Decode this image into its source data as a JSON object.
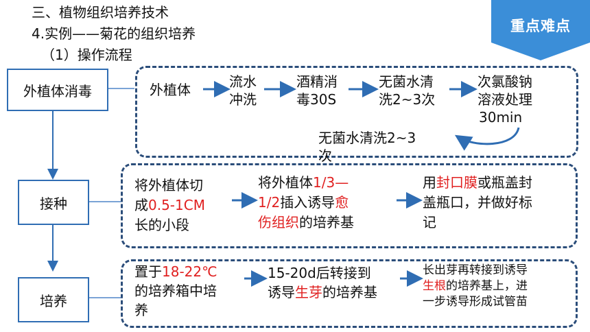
{
  "header": {
    "line1": "三、植物组织培养技术",
    "line2": "4.实例——菊花的组织培养",
    "line3": "（1）操作流程"
  },
  "badge": {
    "label": "重点难点",
    "color": "#3b8ed8"
  },
  "colors": {
    "border": "#2f6db3",
    "arrow": "#2f6db3",
    "dash": "#2b4d7a",
    "highlight": "#e02020"
  },
  "steps": [
    {
      "label": "外植体消毒"
    },
    {
      "label": "接种"
    },
    {
      "label": "培养"
    }
  ],
  "disinfection": {
    "s1": "外植体",
    "s2": [
      "流水",
      "冲洗"
    ],
    "s3": [
      "酒精消",
      "毒30S"
    ],
    "s4": [
      "无菌水清",
      "洗2~3次"
    ],
    "s5": [
      "次氯酸钠",
      "溶液处理",
      "30min"
    ],
    "loop": [
      "无菌水清洗2~3",
      "次"
    ]
  },
  "inoculation": {
    "a": {
      "l1": "将外植体切",
      "l2a": "成",
      "l2red": "0.5-1CM",
      "l3": "长的小段"
    },
    "b": {
      "l1a": "将外植体",
      "l1red": "1/3—",
      "l2red": "1/2",
      "l2b": "插入诱导",
      "l2red2": "愈",
      "l3red": "伤组织",
      "l3b": "的培养基"
    },
    "c": {
      "l1a": "用",
      "l1red": "封口膜",
      "l1b": "或瓶盖封",
      "l2": "盖瓶口，并做好标",
      "l3": "记"
    }
  },
  "culture": {
    "a": {
      "l1a": "置于",
      "l1red": "18-22℃",
      "l2": "的培养箱中培",
      "l3": "养"
    },
    "b": {
      "l1": "15-20d后转接到",
      "l2a": "诱导",
      "l2red": "生芽",
      "l2b": "的培养基"
    },
    "c": {
      "l1": "长出芽再转接到诱导",
      "l2red": "生根",
      "l2b": "的培养基上，进",
      "l3": "一步诱导形成试管苗"
    }
  }
}
